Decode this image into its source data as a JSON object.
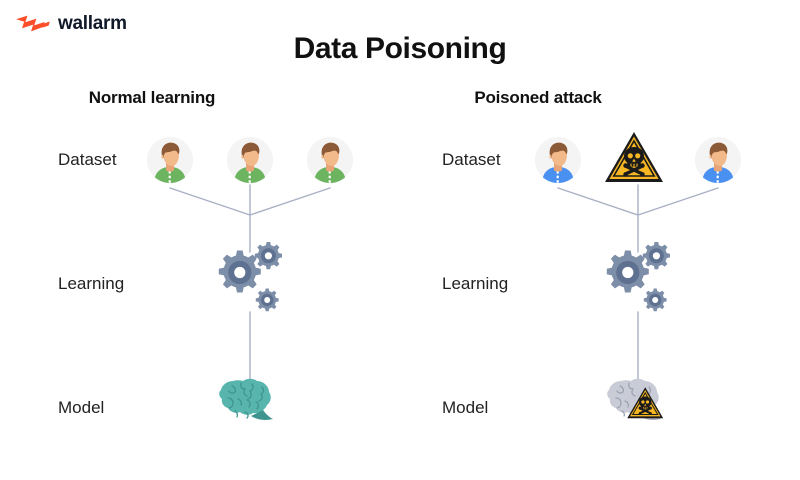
{
  "brand": {
    "name": "wallarm",
    "logo_icon": "wallarm-bolt-icon",
    "logo_color": "#fd4e2a",
    "text_color": "#10182a"
  },
  "header": {
    "title": "Data Poisoning"
  },
  "colors": {
    "connector": "#a8b0c4",
    "avatar_bg": "#f4f4f4",
    "skin": "#f2b98b",
    "hair": "#8c5a36",
    "shirt_normal": "#6cb45f",
    "shirt_poisoned": "#4a90f0",
    "gear": "#7d8ea8",
    "gear_dark": "#5e7191",
    "brain_normal": "#57b5ae",
    "brain_poisoned": "#c9ccd6",
    "hazard_fill": "#f6b723",
    "hazard_border": "#1b1b1b"
  },
  "panels": [
    {
      "id": "normal-learning",
      "title": "Normal learning",
      "rows": [
        {
          "id": "dataset",
          "label": "Dataset",
          "nodes": [
            {
              "type": "avatar",
              "icon": "person-avatar-icon",
              "shirt": "green"
            },
            {
              "type": "avatar",
              "icon": "person-avatar-icon",
              "shirt": "green"
            },
            {
              "type": "avatar",
              "icon": "person-avatar-icon",
              "shirt": "green"
            }
          ]
        },
        {
          "id": "learning",
          "label": "Learning",
          "nodes": [
            {
              "type": "gears",
              "icon": "gears-icon"
            }
          ]
        },
        {
          "id": "model",
          "label": "Model",
          "nodes": [
            {
              "type": "brain",
              "icon": "brain-icon",
              "state": "healthy"
            }
          ]
        }
      ]
    },
    {
      "id": "poisoned-attack",
      "title": "Poisoned attack",
      "rows": [
        {
          "id": "dataset",
          "label": "Dataset",
          "nodes": [
            {
              "type": "avatar",
              "icon": "person-avatar-icon",
              "shirt": "blue"
            },
            {
              "type": "hazard",
              "icon": "toxic-hazard-skull-icon"
            },
            {
              "type": "avatar",
              "icon": "person-avatar-icon",
              "shirt": "blue"
            }
          ]
        },
        {
          "id": "learning",
          "label": "Learning",
          "nodes": [
            {
              "type": "gears",
              "icon": "gears-icon"
            }
          ]
        },
        {
          "id": "model",
          "label": "Model",
          "nodes": [
            {
              "type": "brain",
              "icon": "poisoned-brain-icon",
              "state": "poisoned"
            }
          ]
        }
      ]
    }
  ]
}
